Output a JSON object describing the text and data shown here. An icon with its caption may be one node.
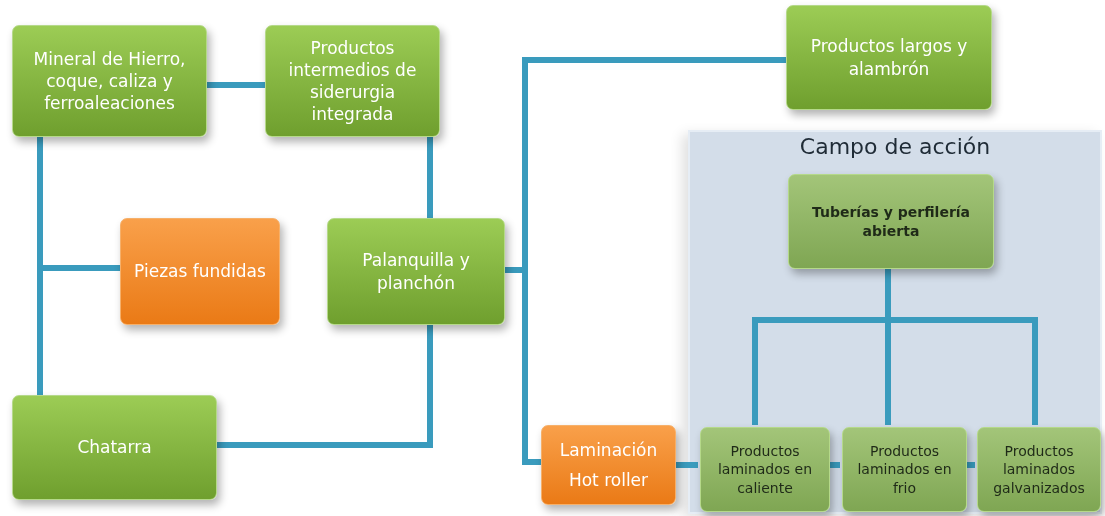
{
  "diagram": {
    "nodes": [
      {
        "text": [
          "Mineral de Hierro, coque, caliza y ferroaleaciones"
        ]
      },
      {
        "text": [
          "Productos intermedios de siderurgia integrada"
        ]
      },
      {
        "text": [
          "Productos largos y alambrón"
        ]
      },
      {
        "text": [
          "Campo de acción"
        ]
      },
      {
        "text": [
          "Tuberías y perfilería abierta"
        ],
        "in": 3
      },
      {
        "text": [
          "Piezas fundidas"
        ]
      },
      {
        "text": [
          "Palanquilla y planchón"
        ]
      },
      {
        "text": [
          "Chatarra"
        ]
      },
      {
        "text": [
          "Laminación",
          "Hot roller"
        ]
      },
      {
        "text": [
          "Productos laminados en caliente"
        ],
        "in": 3
      },
      {
        "text": [
          "Productos laminados en frio"
        ],
        "in": 3
      },
      {
        "text": [
          "Productos laminados galvanizados"
        ],
        "in": 3
      }
    ],
    "edges": [
      {
        "from": 0,
        "to": 1,
        "arrow": "none"
      },
      {
        "from": 0,
        "to": 7,
        "arrow": "none"
      },
      {
        "from": 0,
        "to": 5,
        "arrow": "none"
      },
      {
        "from": 1,
        "to": 6,
        "arrow": "none"
      },
      {
        "from": 7,
        "to": 6,
        "arrow": "none"
      },
      {
        "from": 6,
        "to": 2,
        "arrow": "none"
      },
      {
        "from": 6,
        "to": 8,
        "arrow": "none"
      },
      {
        "from": 8,
        "to": 9,
        "arrow": "none"
      },
      {
        "from": 9,
        "to": 10,
        "arrow": "none"
      },
      {
        "from": 10,
        "to": 11,
        "arrow": "none"
      },
      {
        "from": 4,
        "to": 9,
        "arrow": "none"
      },
      {
        "from": 4,
        "to": 10,
        "arrow": "none"
      },
      {
        "from": 4,
        "to": 11,
        "arrow": "none"
      }
    ]
  }
}
